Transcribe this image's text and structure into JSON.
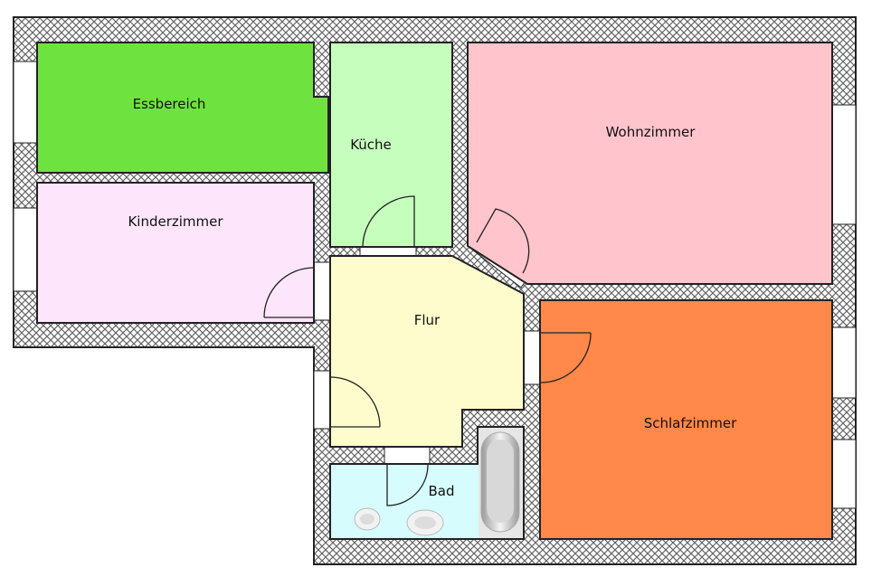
{
  "rooms": {
    "essbereich": {
      "label": "Essbereich",
      "color": "#6ee33f"
    },
    "kueche": {
      "label": "Küche",
      "color": "#c6ffbd"
    },
    "wohnzimmer": {
      "label": "Wohnzimmer",
      "color": "#ffc4cc"
    },
    "kinderzimmer": {
      "label": "Kinderzimmer",
      "color": "#fde6fc"
    },
    "flur": {
      "label": "Flur",
      "color": "#fefccc"
    },
    "schlafzimmer": {
      "label": "Schlafzimmer",
      "color": "#ff884a"
    },
    "bad": {
      "label": "Bad",
      "color": "#d6fcfe"
    }
  }
}
